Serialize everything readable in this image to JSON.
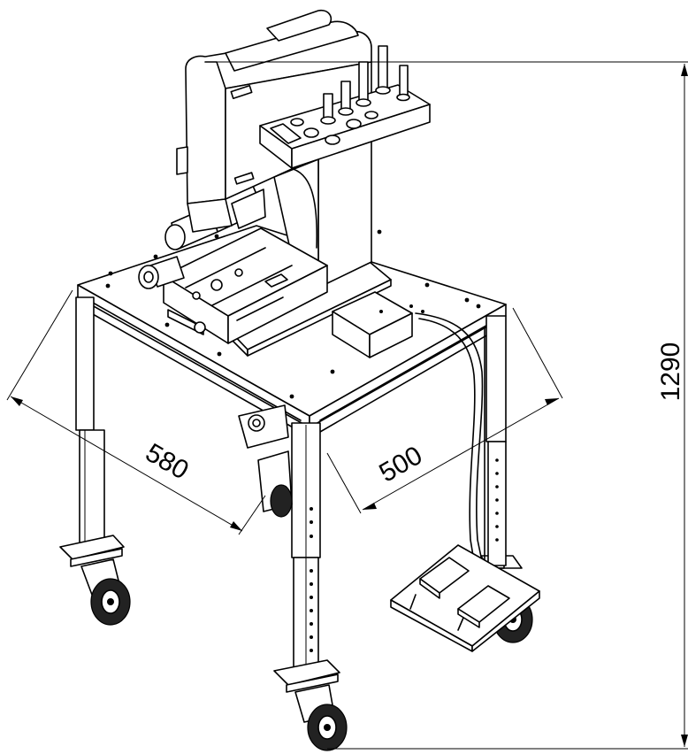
{
  "dimensions": {
    "width_label": "580",
    "depth_label": "500",
    "height_label": "1290"
  }
}
